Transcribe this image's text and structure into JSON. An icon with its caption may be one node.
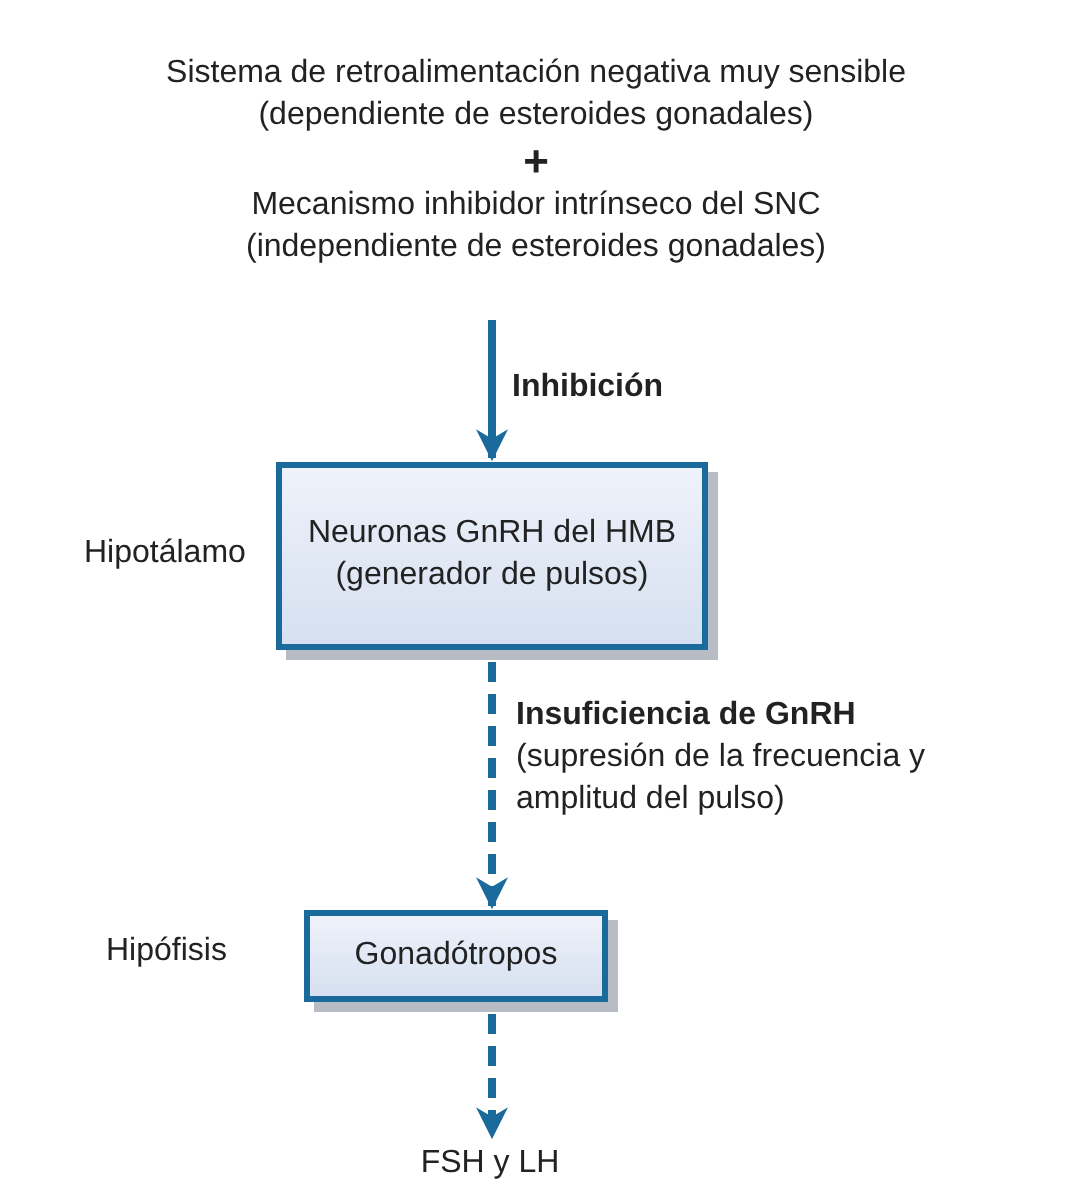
{
  "diagram": {
    "nodes": [
      {
        "text": [
          "Sistema de retroalimentación negativa muy sensible (dependiente de esteroides gonadales)",
          "+",
          "Mecanismo inhibidor intrínseco del SNC (independiente de esteroides gonadales)"
        ]
      },
      {
        "text": [
          "Neuronas GnRH del HMB (generador de pulsos)"
        ],
        "beside": [
          "Hipotálamo"
        ]
      },
      {
        "text": [
          "Gonadótropos"
        ],
        "beside": [
          "Hipófisis"
        ]
      },
      {
        "text": [
          "FSH y LH"
        ]
      }
    ],
    "edges": [
      {
        "from": 0,
        "to": 1,
        "arrow": "to",
        "label": "Inhibición"
      },
      {
        "from": 1,
        "to": 2,
        "arrow": "to",
        "style": "dashed",
        "label": "**Insuficiencia de GnRH** (supresión de la frecuencia y amplitud del pulso)"
      },
      {
        "from": 2,
        "to": 3,
        "arrow": "to",
        "style": "dashed"
      }
    ]
  }
}
